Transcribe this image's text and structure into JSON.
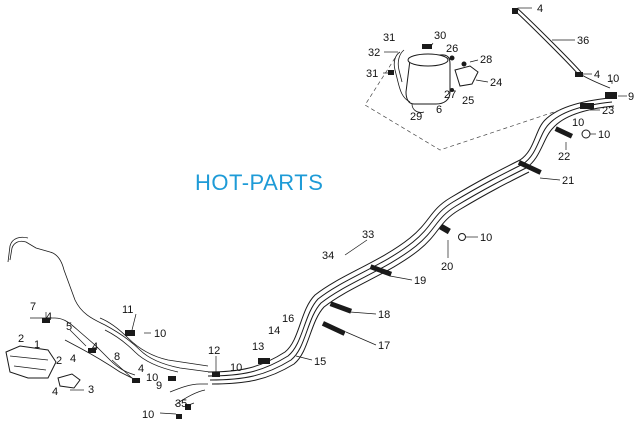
{
  "watermark": "HOT-PARTS",
  "callouts": {
    "c4_top": "4",
    "c36": "36",
    "c4_right": "4",
    "c10_a": "10",
    "c9": "9",
    "c23": "23",
    "c10_b": "10",
    "c10_c": "10",
    "c22": "22",
    "c21": "21",
    "c31_top": "31",
    "c30": "30",
    "c26": "26",
    "c32": "32",
    "c28": "28",
    "c31_mid": "31",
    "c24": "24",
    "c27": "27",
    "c25": "25",
    "c6": "6",
    "c29": "29",
    "c33": "33",
    "c34": "34",
    "c10_d": "10",
    "c20": "20",
    "c19": "19",
    "c18": "18",
    "c16": "16",
    "c14": "14",
    "c17": "17",
    "c13": "13",
    "c15": "15",
    "c10_e": "10",
    "c12": "12",
    "c11": "11",
    "c10_f": "10",
    "c7": "7",
    "c4_left_a": "4",
    "c5": "5",
    "c2": "2",
    "c1": "1",
    "c4_left_b": "4",
    "c4_left_c": "4",
    "c2_b": "2",
    "c8": "8",
    "c4_mid": "4",
    "c10_g": "10",
    "c9_b": "9",
    "c3": "3",
    "c4_bot": "4",
    "c35": "35",
    "c10_h": "10"
  }
}
